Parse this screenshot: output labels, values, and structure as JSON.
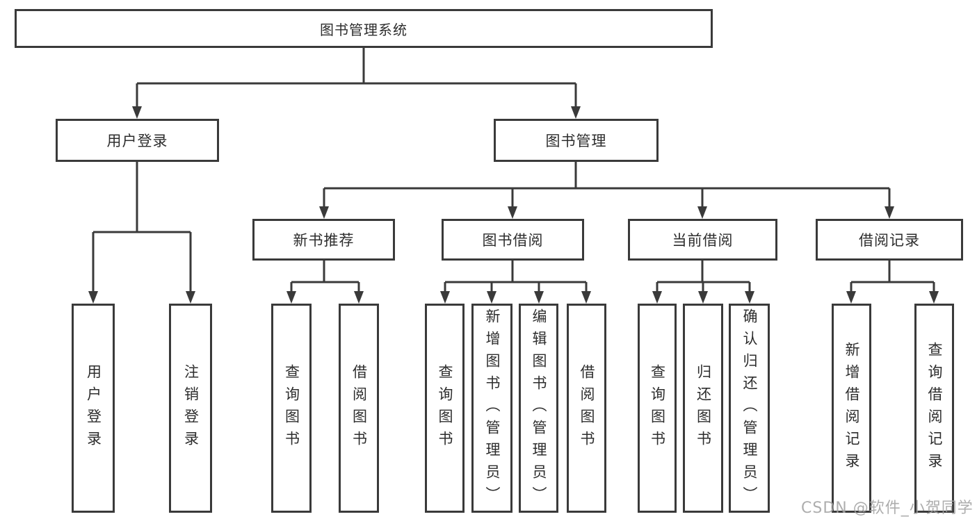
{
  "diagram": {
    "title_node": "图书管理系统",
    "root": {
      "label": "图书管理系统",
      "children": [
        {
          "label": "用户登录",
          "children": [
            {
              "label": "用户登录"
            },
            {
              "label": "注销登录"
            }
          ]
        },
        {
          "label": "图书管理",
          "children": [
            {
              "label": "新书推荐",
              "children": [
                {
                  "label": "查询图书"
                },
                {
                  "label": "借阅图书"
                }
              ]
            },
            {
              "label": "图书借阅",
              "children": [
                {
                  "label": "查询图书"
                },
                {
                  "label": "新增图书（管理员）"
                },
                {
                  "label": "编辑图书（管理员）"
                },
                {
                  "label": "借阅图书"
                }
              ]
            },
            {
              "label": "当前借阅",
              "children": [
                {
                  "label": "查询图书"
                },
                {
                  "label": "归还图书"
                },
                {
                  "label": "确认归还（管理员）"
                }
              ]
            },
            {
              "label": "借阅记录",
              "children": [
                {
                  "label": "新增借阅记录"
                },
                {
                  "label": "查询借阅记录"
                }
              ]
            }
          ]
        }
      ]
    }
  },
  "watermark": "CSDN @软件_小贺同学",
  "colors": {
    "line": "#3a3a3a",
    "border": "#3a3a3a",
    "text": "#2d2d2d",
    "watermark": "#a2a2a2",
    "background": "#ffffff"
  }
}
